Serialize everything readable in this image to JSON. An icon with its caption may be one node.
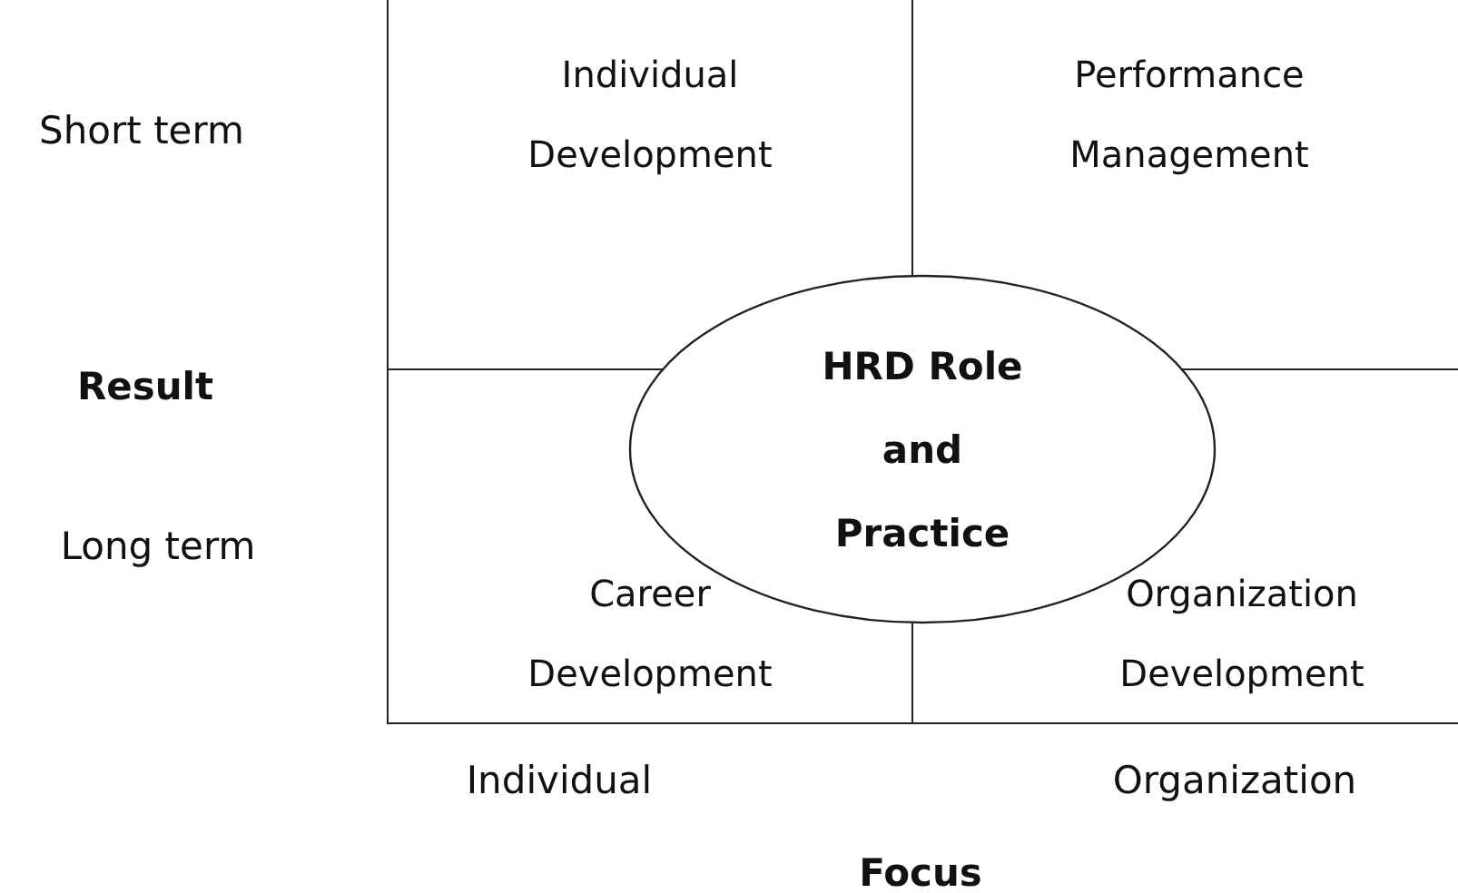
{
  "diagram": {
    "nodes": [
      {
        "text": [
          "Individual Development"
        ]
      },
      {
        "text": [
          "Performance Management"
        ]
      },
      {
        "text": [
          "Career Development"
        ]
      },
      {
        "text": [
          "Organization Development"
        ]
      },
      {
        "text": [
          "HRD Role and Practice"
        ]
      }
    ],
    "labels": [
      "Short term",
      "Result",
      "Long term",
      "Individual",
      "Organization",
      "Focus"
    ]
  }
}
